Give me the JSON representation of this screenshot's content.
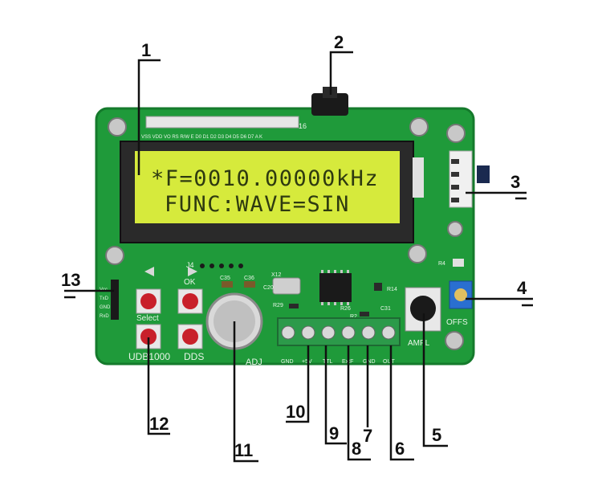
{
  "lcd": {
    "line1": "*F=0010.00000kHz",
    "line2": "FUNC:WAVE=SIN"
  },
  "board_labels": {
    "model": "UDB1000",
    "dds": "DDS",
    "select": "Select",
    "ok": "OK",
    "adj": "ADJ",
    "ampl": "AMPL",
    "offs": "OFFS",
    "pin16": "16",
    "j4": "J4",
    "x12": "X12",
    "c35": "C35",
    "c36": "C36",
    "r29": "R29",
    "r26": "R26",
    "r2": "R2",
    "r14": "R14",
    "c20": "C20",
    "c31": "C31",
    "r4": "R4",
    "header_pins": [
      "VSS",
      "VDD",
      "VO",
      "RS",
      "R/W",
      "E",
      "D0",
      "D1",
      "D2",
      "D3",
      "D4",
      "D5",
      "D6",
      "D7",
      "A",
      "K"
    ],
    "side_pins": [
      "Vcc",
      "TxD",
      "GND",
      "RxD"
    ],
    "terminals": [
      "GND",
      "+5V",
      "TTL",
      "ExtF",
      "GND",
      "OUT"
    ]
  },
  "callouts": [
    "1",
    "2",
    "3",
    "4",
    "5",
    "6",
    "7",
    "8",
    "9",
    "10",
    "11",
    "12",
    "13"
  ],
  "colors": {
    "pcb": "#1f9a3a",
    "lcd_backlight": "#d6ea3c",
    "lcd_text": "#2e3a10",
    "button_red": "#c8202a",
    "terminal_green": "#2c9a4a",
    "pot_blue": "#2a6fd0"
  }
}
